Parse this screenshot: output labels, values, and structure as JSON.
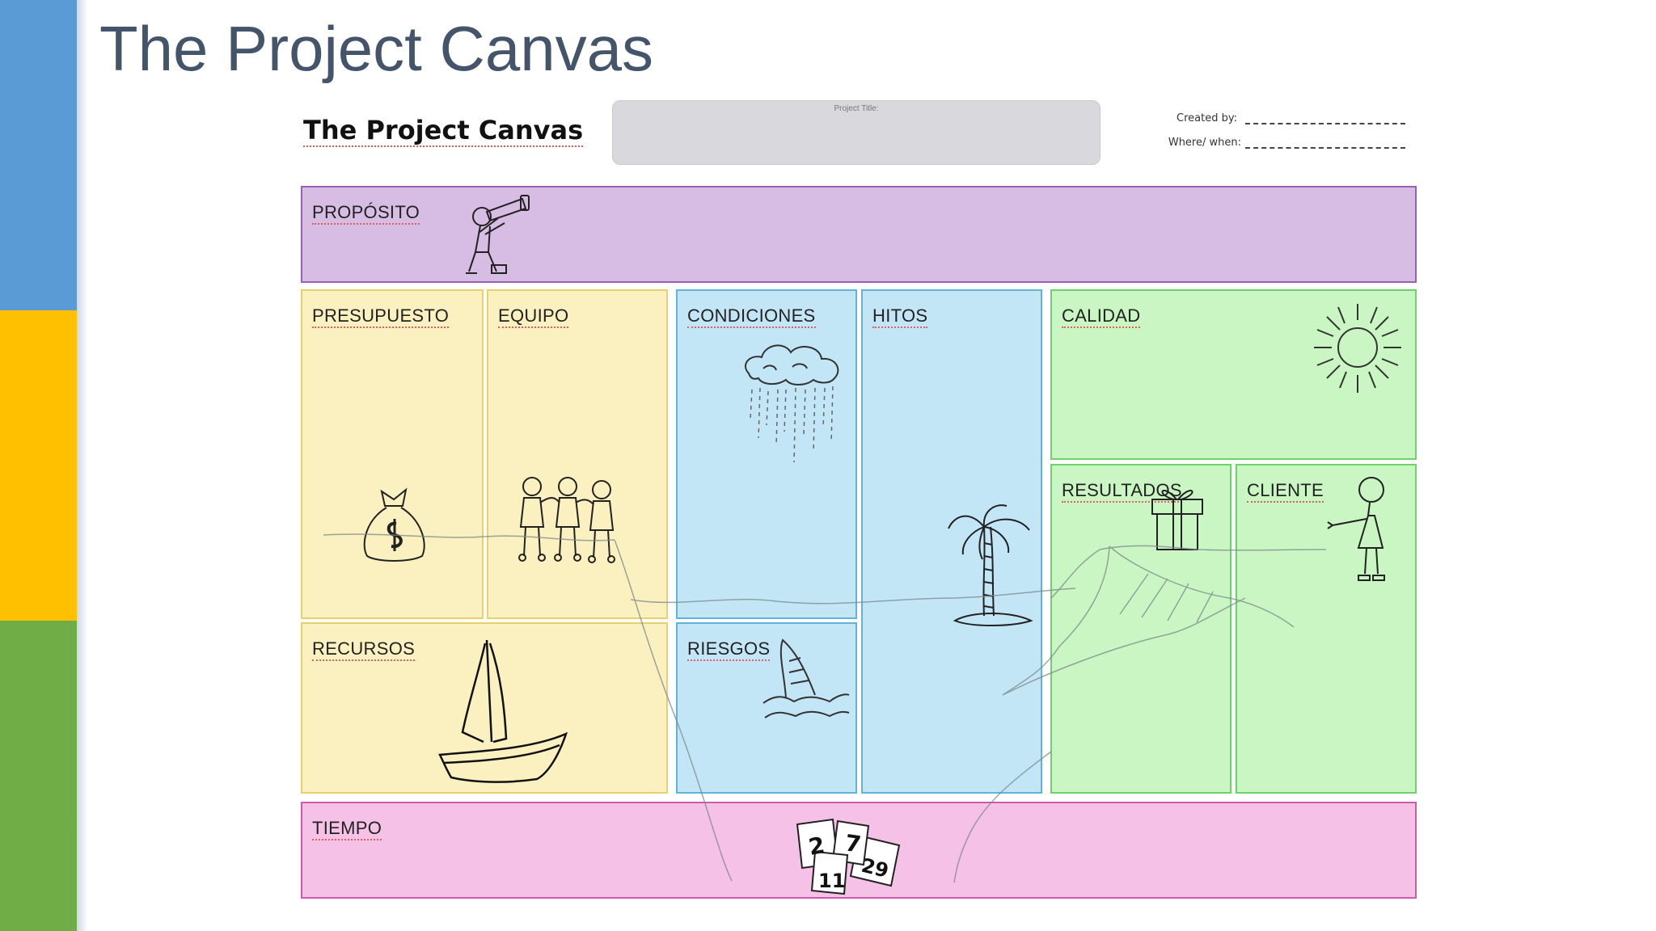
{
  "slide": {
    "title": "The Project Canvas",
    "side_colors": [
      "#5b9bd5",
      "#ffc000",
      "#70ad47"
    ]
  },
  "canvas": {
    "heading": "The Project Canvas",
    "project_title_label": "Project Title:",
    "created_by_label": "Created by:",
    "where_when_label": "Where/ when:"
  },
  "sections": {
    "proposito": "PROPÓSITO",
    "presupuesto": "PRESUPUESTO",
    "equipo": "EQUIPO",
    "condiciones": "CONDICIONES",
    "hitos": "HITOS",
    "calidad": "CALIDAD",
    "resultados": "RESULTADOS",
    "cliente": "CLIENTE",
    "recursos": "RECURSOS",
    "riesgos": "RIESGOS",
    "tiempo": "TIEMPO"
  },
  "illustrations": {
    "proposito": "telescope-person-icon",
    "presupuesto": "money-bag-icon",
    "equipo": "team-people-icon",
    "condiciones": "rain-cloud-icon",
    "hitos": "palm-island-icon",
    "calidad": "sun-icon",
    "resultados": "gift-box-icon",
    "cliente": "customer-person-icon",
    "recursos": "sailboat-icon",
    "riesgos": "shark-fin-icon",
    "tiempo": "calendar-pages-icon"
  },
  "calendar_numbers": [
    "2",
    "11",
    "7",
    "29"
  ]
}
